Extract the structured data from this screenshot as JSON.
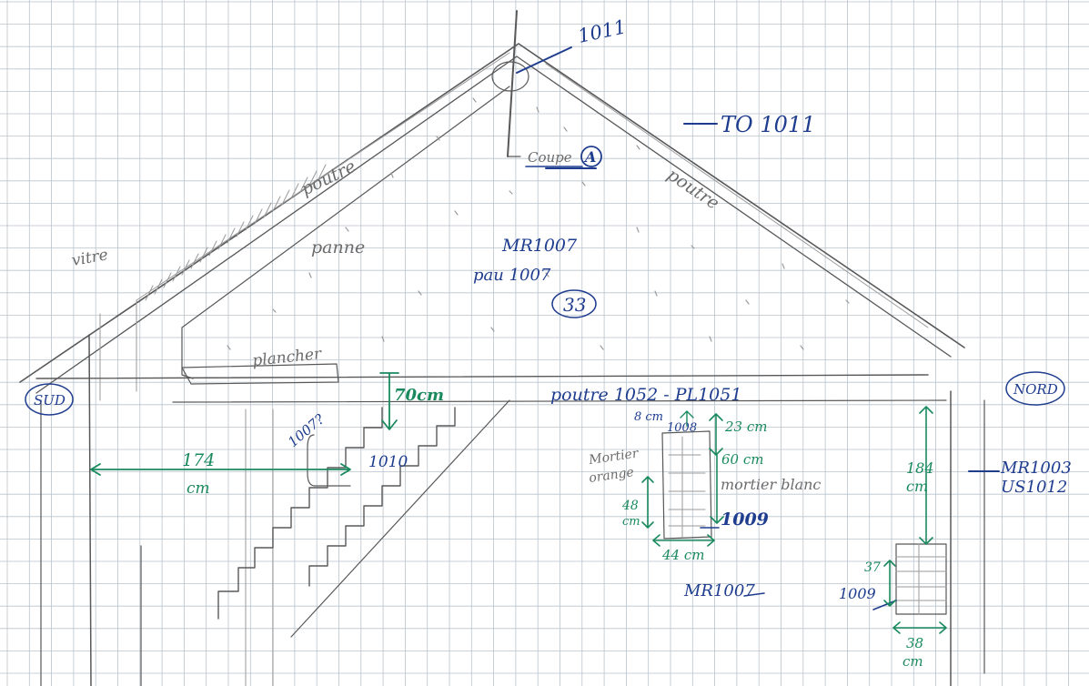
{
  "labels": {
    "pole_id": "1011",
    "ridge_label": "TO 1011",
    "section_label": "Coupe",
    "section_marker": "A",
    "rafter_left": "poutre",
    "rafter_right": "poutre",
    "purlin": "panne",
    "window": "vitre",
    "floor": "plancher",
    "wall_id": "MR1007",
    "facing_id": "pau 1007",
    "circled_number": "33",
    "south": "SUD",
    "north": "NORD",
    "beam_label": "poutre 1052 - PL1051",
    "dim_70": "70cm",
    "dim_174_value": "174",
    "dim_174_unit": "cm",
    "door_query": "1007?",
    "stairs_id": "1010",
    "dim_8": "8 cm",
    "id_1008": "1008",
    "dim_23": "23 cm",
    "dim_60": "60 cm",
    "mortier_orange_1": "Mortier",
    "mortier_orange_2": "orange",
    "mortier_blanc": "mortier blanc",
    "niche_id": "1009",
    "dim_48_value": "48",
    "dim_48_unit": "cm",
    "dim_44": "44 cm",
    "wall_id_bottom": "MR1007",
    "dim_184_value": "184",
    "dim_184_unit": "cm",
    "right_wall_id": "MR1003",
    "right_us_id": "US1012",
    "dim_37": "37",
    "niche_id_right": "1009",
    "dim_38_value": "38",
    "dim_38_unit": "cm"
  },
  "colors": {
    "grid": "#b9c3cc",
    "pencil": "#585858",
    "ink_blue": "#1f3d8f",
    "ink_green": "#1a8a5e"
  }
}
